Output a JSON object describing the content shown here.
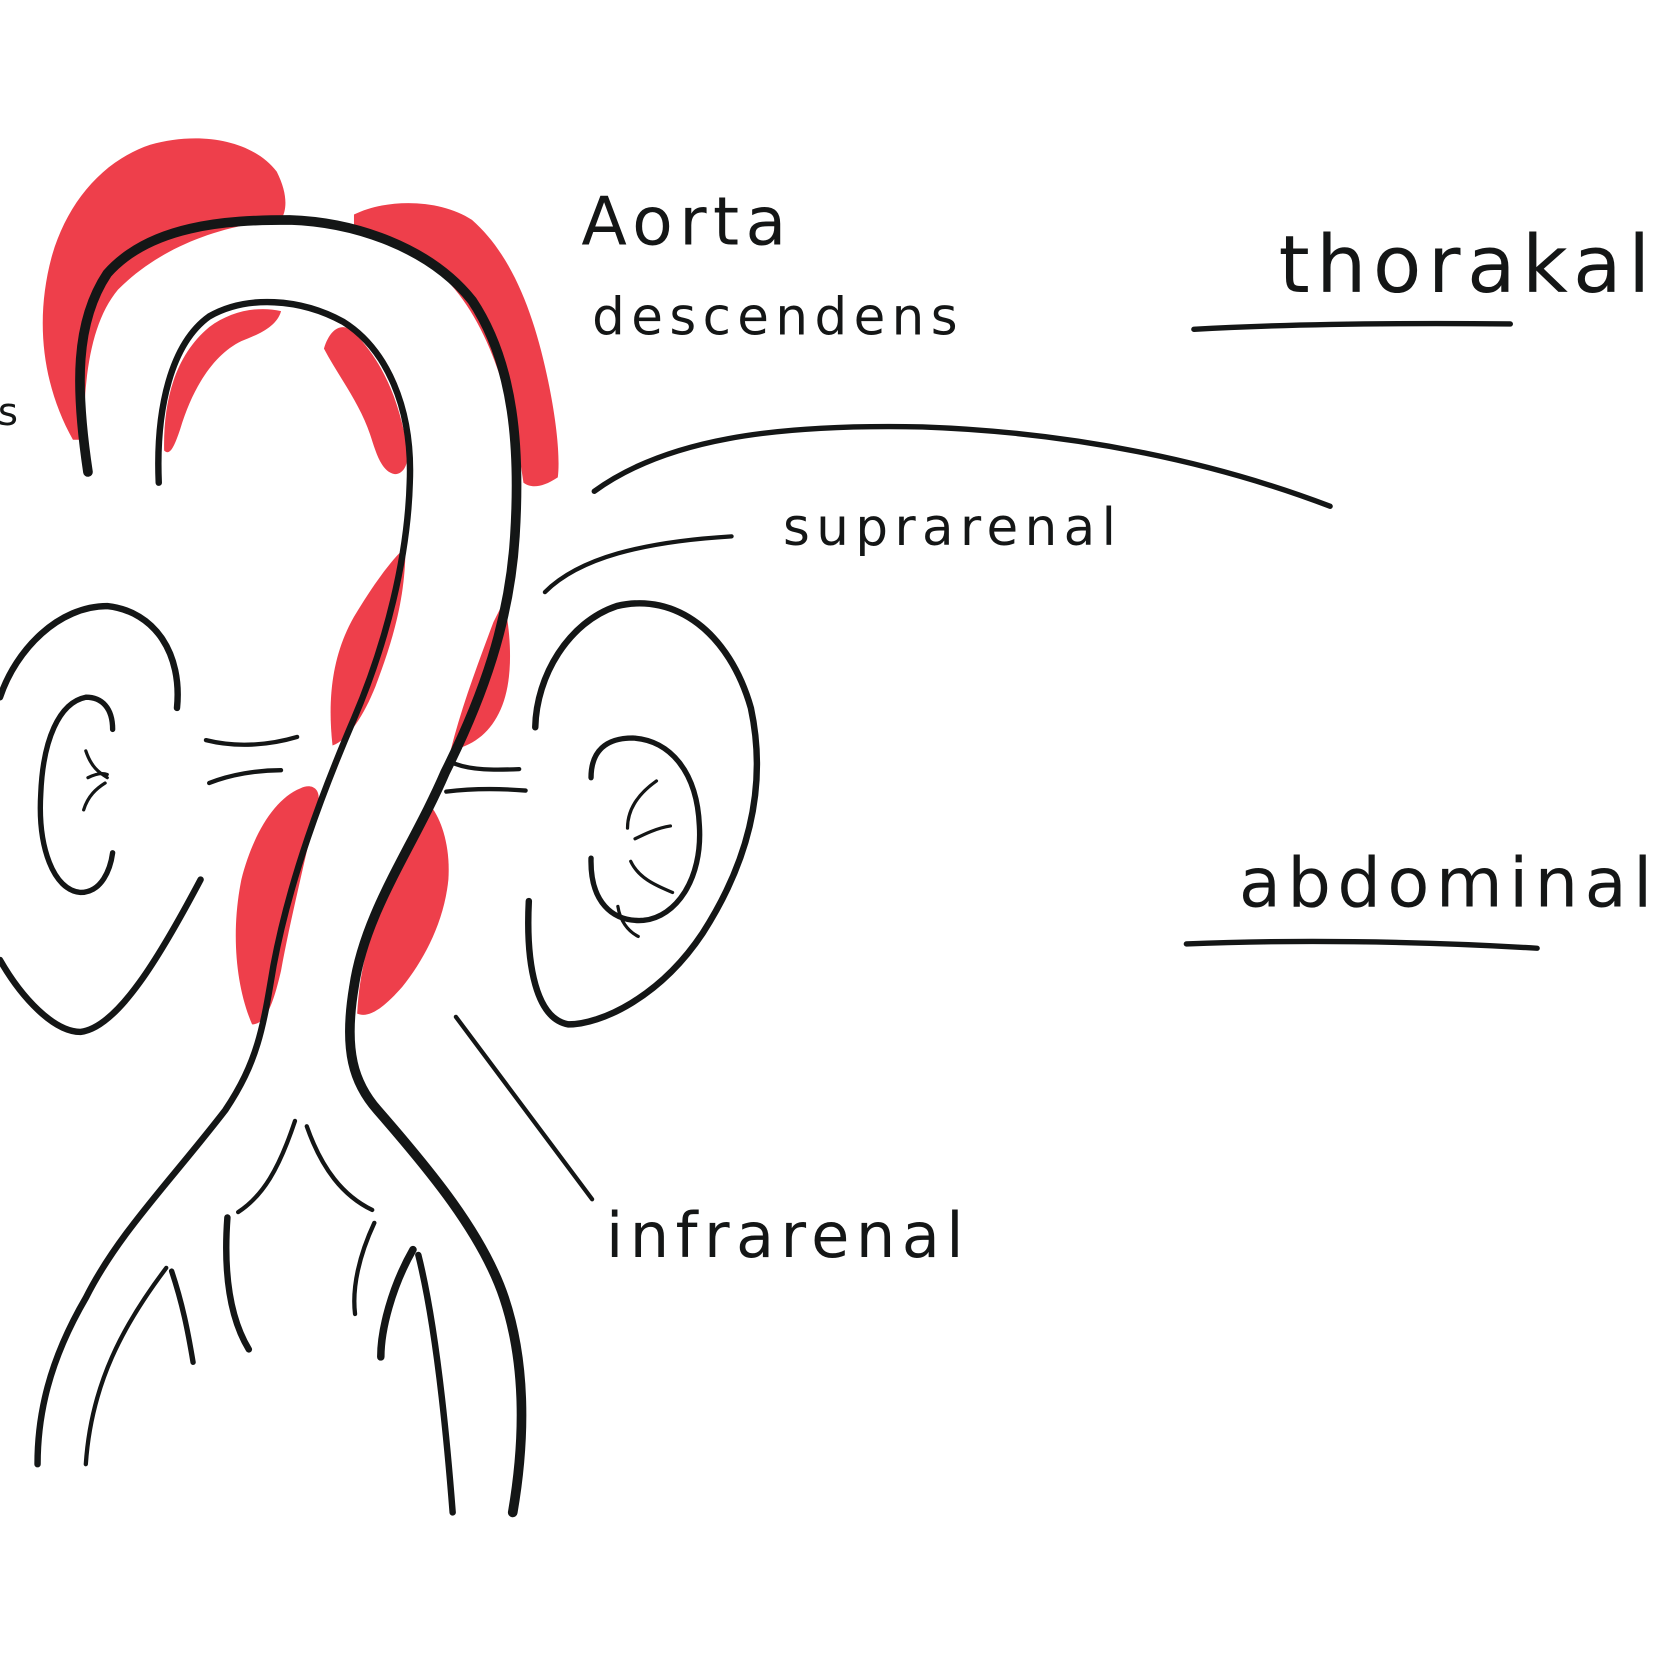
{
  "diagram": {
    "subject": "Aortic aneurysm / dissection classification by location (hand-drawn)",
    "colors": {
      "background": "#ffffff",
      "ink": "#141616",
      "highlight_red": "#EE3F4B"
    },
    "labels": {
      "aorta_descendens_line1": "Aorta",
      "aorta_descendens_line2": "descendens",
      "thorakal": "thorakal",
      "suprarenal": "suprarenal",
      "abdominal": "abdominal",
      "infrarenal": "infrarenal",
      "cut_off_left": "s"
    },
    "regions": [
      {
        "name": "thorakal",
        "underlined": true
      },
      {
        "name": "abdominal",
        "underlined": true
      }
    ],
    "structures": [
      "aortic arch",
      "descending aorta",
      "left kidney",
      "right kidney",
      "renal arteries",
      "aortic bifurcation",
      "iliac arteries"
    ],
    "highlighted_segments": [
      "outer aortic arch (left)",
      "outer aortic arch (right / descending)",
      "inner aortic arch (left)",
      "inner aortic arch (right)",
      "suprarenal aorta (left wall)",
      "suprarenal aorta (right wall)",
      "infrarenal aorta (left wall)",
      "infrarenal aorta (right wall)"
    ]
  }
}
